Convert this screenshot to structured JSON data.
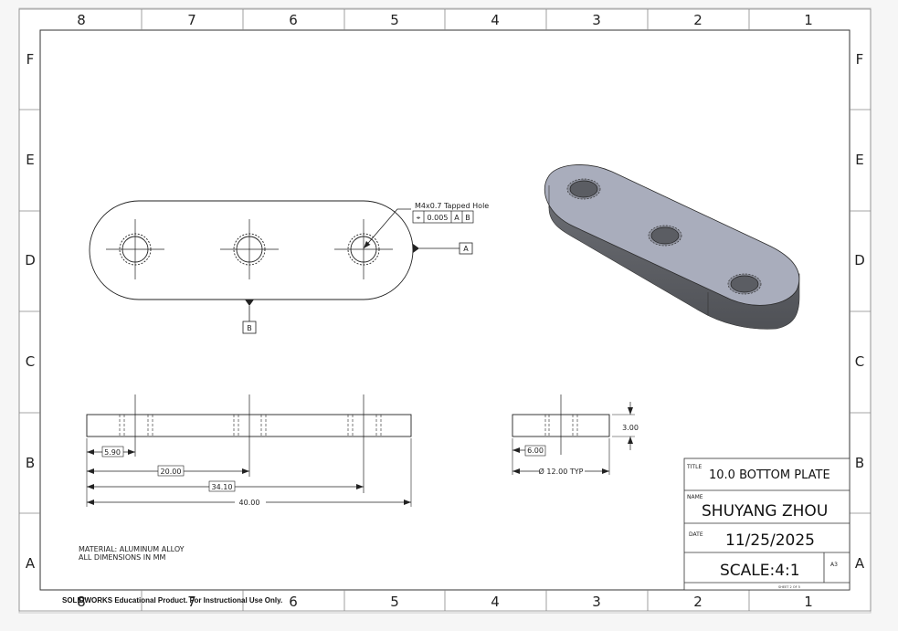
{
  "zones": {
    "columns": [
      "8",
      "7",
      "6",
      "5",
      "4",
      "3",
      "2",
      "1"
    ],
    "rows": [
      "F",
      "E",
      "D",
      "C",
      "B",
      "A"
    ]
  },
  "views": {
    "top": {
      "callout_label": "M4x0.7 Tapped Hole",
      "fcf": {
        "symbol": "⌖",
        "tolerance": "0.005",
        "datum1": "A",
        "datum2": "B"
      },
      "datum_a": "A",
      "datum_b": "B"
    },
    "front": {
      "dims": [
        "5.90",
        "20.00",
        "34.10",
        "40.00"
      ]
    },
    "side": {
      "width": "6.00",
      "height": "3.00",
      "diameter": "Ø 12.00 TYP"
    }
  },
  "notes": {
    "material": "MATERIAL: ALUMINUM ALLOY",
    "units": "ALL DIMENSIONS IN MM"
  },
  "title_block": {
    "title_label": "TITLE",
    "title": "10.0 BOTTOM PLATE",
    "name_label": "NAME",
    "name": "SHUYANG ZHOU",
    "date_label": "DATE",
    "date": "11/25/2025",
    "scale": "SCALE:4:1",
    "size": "A3",
    "sheet": "SHEET 2 OF 5"
  },
  "watermark": "SOLIDWORKS Educational Product. For Instructional Use Only.",
  "colors": {
    "part_top": "#a9adbc",
    "part_side": "#5e6066",
    "line": "#222222"
  }
}
